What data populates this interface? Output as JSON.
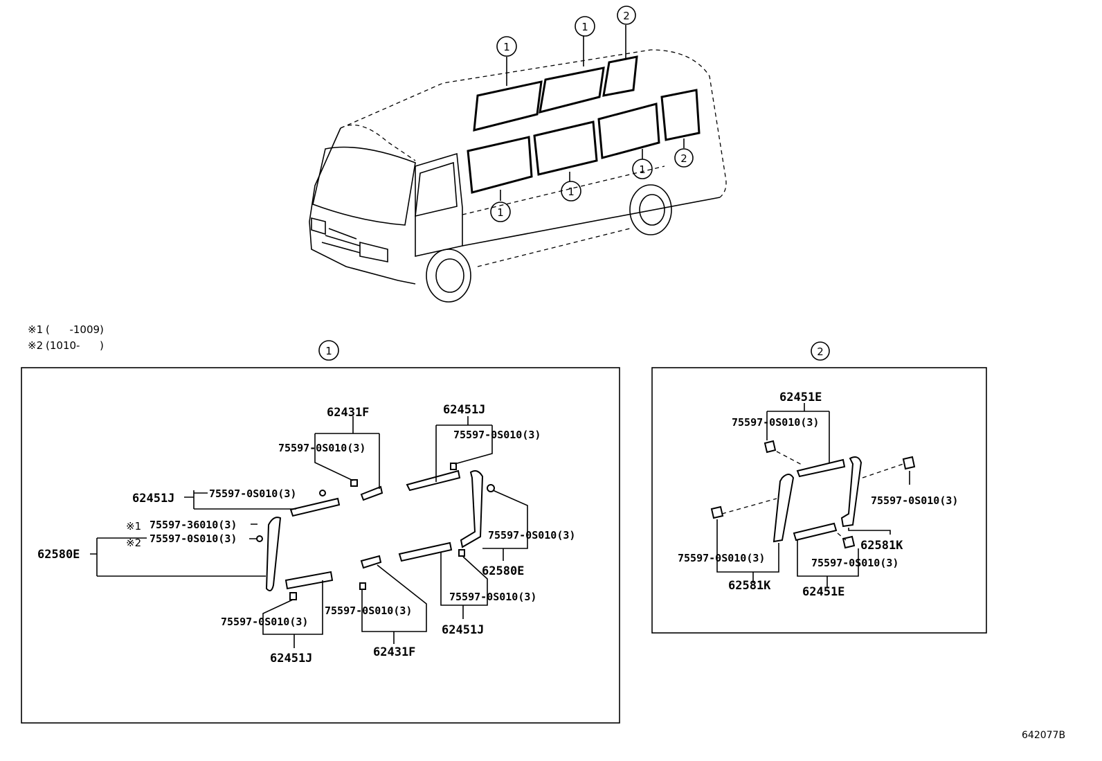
{
  "figure_code": "642077B",
  "notes": [
    {
      "mark": "※1",
      "text": "(      -1009)"
    },
    {
      "mark": "※2",
      "text": "(1010-      )"
    }
  ],
  "callouts": {
    "one": "1",
    "two": "2"
  },
  "panel1": {
    "title": "1",
    "pn_62431F_top": "62431F",
    "clip_top_left": "75597-0S010(3)",
    "pn_62451J_top": "62451J",
    "clip_top_right": "75597-0S010(3)",
    "pn_62451J_left": "62451J",
    "clip_left": "75597-0S010(3)",
    "star1": "※1",
    "star2": "※2",
    "clip_star1": "75597-36010(3)",
    "clip_star2": "75597-0S010(3)",
    "pn_62580E_left": "62580E",
    "clip_right_mid": "75597-0S010(3)",
    "pn_62580E_right": "62580E",
    "clip_bottom_right": "75597-0S010(3)",
    "pn_62451J_bottom_right": "62451J",
    "clip_bottom_mid": "75597-0S010(3)",
    "pn_62431F_bottom": "62431F",
    "clip_bottom_left": "75597-0S010(3)",
    "pn_62451J_bottom_left": "62451J"
  },
  "panel2": {
    "title": "2",
    "pn_62451E_top": "62451E",
    "clip_top": "75597-0S010(3)",
    "clip_right": "75597-0S010(3)",
    "pn_62581K_right": "62581K",
    "clip_left": "75597-0S010(3)",
    "pn_62581K_left": "62581K",
    "clip_bottom": "75597-0S010(3)",
    "pn_62451E_bottom": "62451E"
  }
}
